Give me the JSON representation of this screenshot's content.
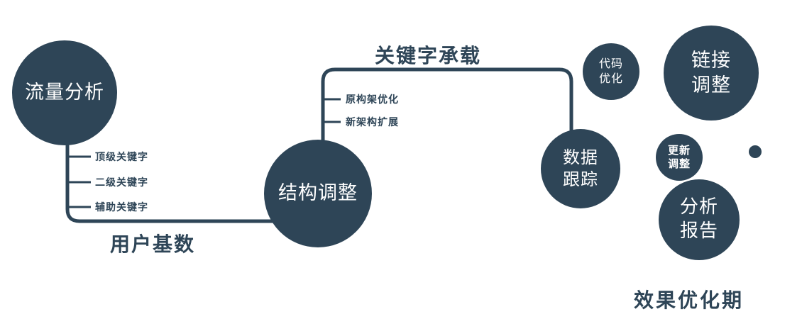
{
  "colors": {
    "primary": "#2e4557",
    "text_on_dark": "#ffffff",
    "background": "#ffffff"
  },
  "nodes": {
    "traffic_analysis": {
      "label": "流量分析"
    },
    "structure_adjust": {
      "label": "结构调整"
    },
    "data_tracking": {
      "lines": [
        "数据",
        "跟踪"
      ]
    },
    "code_optimize": {
      "lines": [
        "代码",
        "优化"
      ]
    },
    "link_adjust": {
      "lines": [
        "链接",
        "调整"
      ]
    },
    "update_adjust": {
      "lines": [
        "更新",
        "调整"
      ]
    },
    "analysis_report": {
      "lines": [
        "分析",
        "报告"
      ]
    }
  },
  "edge_labels": {
    "bottom": "用户基数",
    "top": "关键字承载"
  },
  "branches": {
    "traffic": [
      "顶级关键字",
      "二级关键字",
      "辅助关键字"
    ],
    "structure": [
      "原构架优化",
      "新架构扩展"
    ]
  },
  "footer": "效果优化期"
}
